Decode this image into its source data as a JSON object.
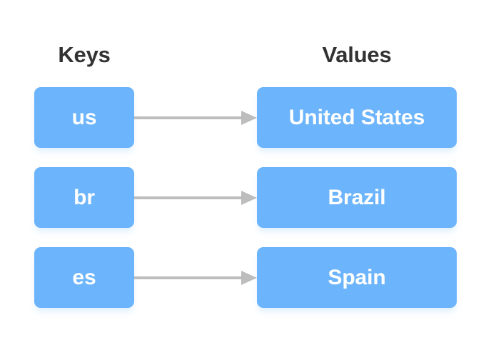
{
  "diagram": {
    "title_keys": "Keys",
    "title_values": "Values",
    "accent_color": "#6CB4FB",
    "arrow_color": "#BDBDBD",
    "header_color": "#333333",
    "label_color": "#FFFFFF",
    "background_color": "#FFFFFF",
    "arrow_icon": "arrow-right-icon"
  },
  "mappings": [
    {
      "key": "us",
      "value": "United States"
    },
    {
      "key": "br",
      "value": "Brazil"
    },
    {
      "key": "es",
      "value": "Spain"
    }
  ]
}
